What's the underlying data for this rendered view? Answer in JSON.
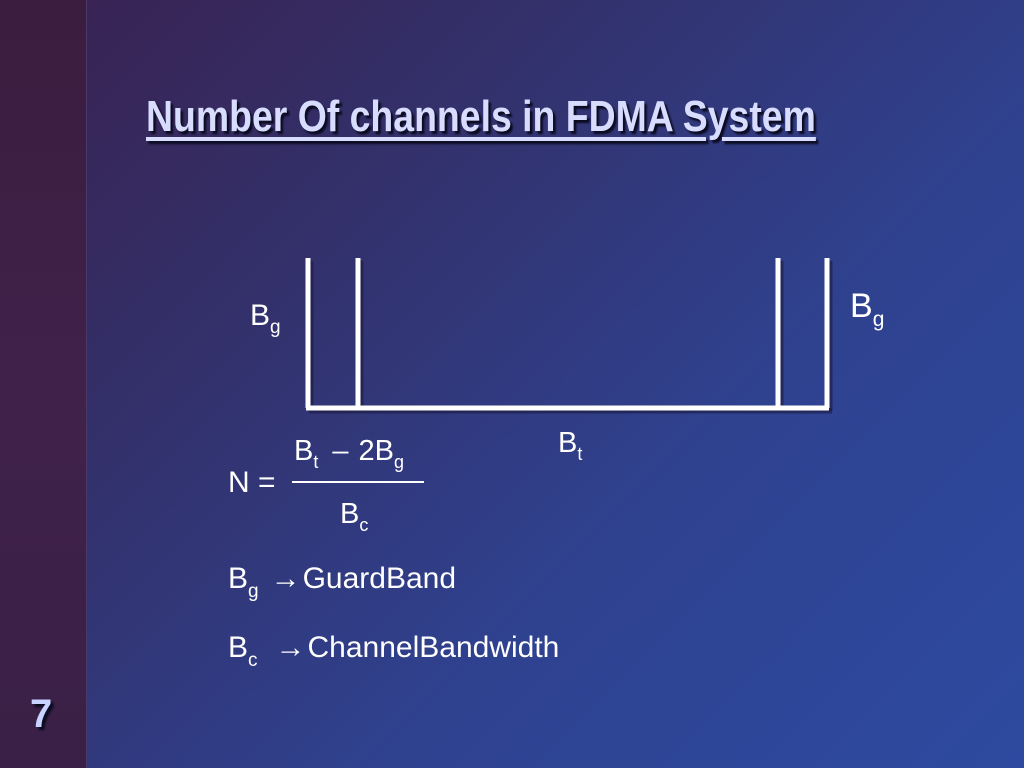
{
  "slide": {
    "title": "Number Of channels in FDMA System",
    "number": "7"
  },
  "diagram": {
    "left_label": {
      "base": "B",
      "sub": "g"
    },
    "right_label": {
      "base": "B",
      "sub": "g"
    },
    "bottom_label": {
      "base": "B",
      "sub": "t"
    }
  },
  "formula": {
    "lhs": "N",
    "equals": "=",
    "numerator": {
      "b1": "B",
      "s1": "t",
      "minus": "–",
      "two_b": "2B",
      "s2": "g"
    },
    "denominator": {
      "base": "B",
      "sub": "c"
    }
  },
  "definitions": [
    {
      "base": "B",
      "sub": "g",
      "arrow": "→",
      "text": "GuardBand"
    },
    {
      "base": "B",
      "sub": "c",
      "arrow": "→",
      "text": "ChannelBandwidth"
    }
  ],
  "colors": {
    "line": "#ffffff",
    "title": "#d8dcff",
    "slide_number": "#c9d3ff"
  }
}
